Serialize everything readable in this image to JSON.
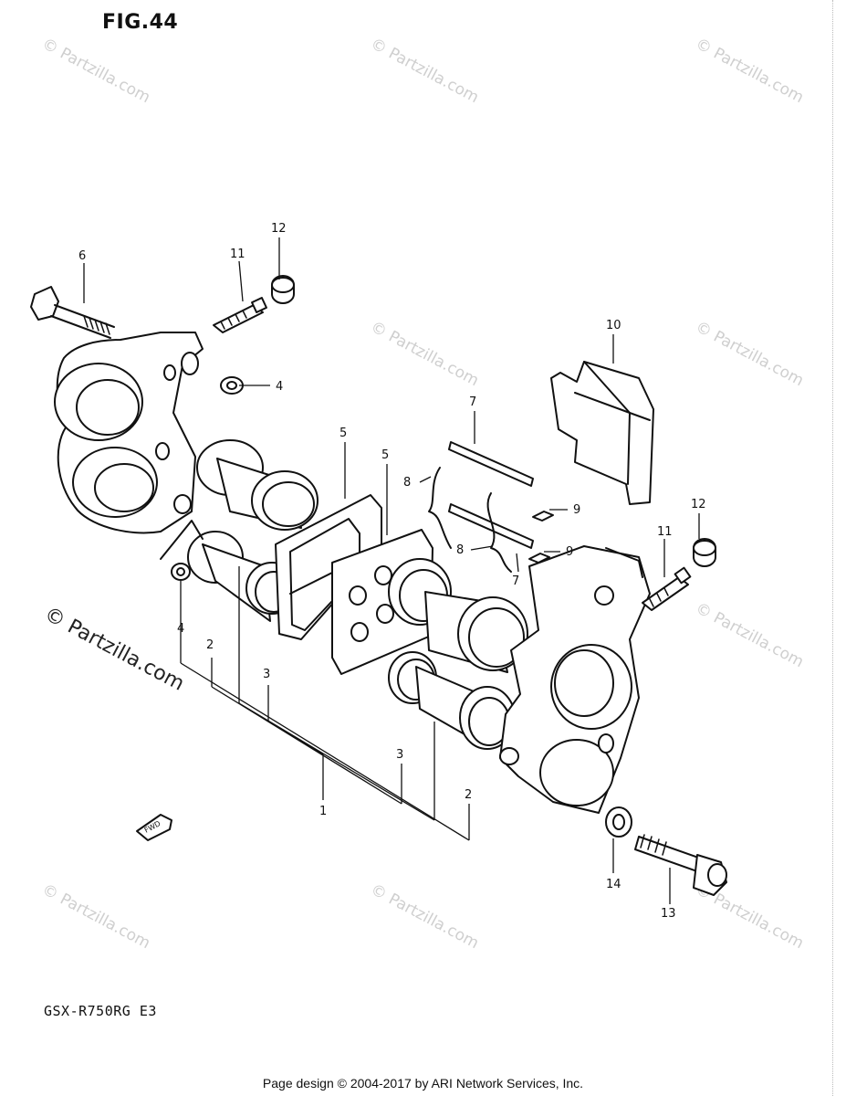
{
  "figure": {
    "title": "FIG.44",
    "model": "GSX-R750RG  E3"
  },
  "footer": {
    "text": "Page design © 2004-2017 by ARI Network Services, Inc."
  },
  "watermark": {
    "text": "© Partzilla.com"
  },
  "fwd_label": "FWD",
  "parts": {
    "p1": "1",
    "p2a": "2",
    "p2b": "2",
    "p3a": "3",
    "p3b": "3",
    "p4a": "4",
    "p4b": "4",
    "p5a": "5",
    "p5b": "5",
    "p6": "6",
    "p7a": "7",
    "p7b": "7",
    "p8a": "8",
    "p8b": "8",
    "p9a": "9",
    "p9b": "9",
    "p10": "10",
    "p11a": "11",
    "p11b": "11",
    "p12a": "12",
    "p12b": "12",
    "p13": "13",
    "p14": "14"
  }
}
